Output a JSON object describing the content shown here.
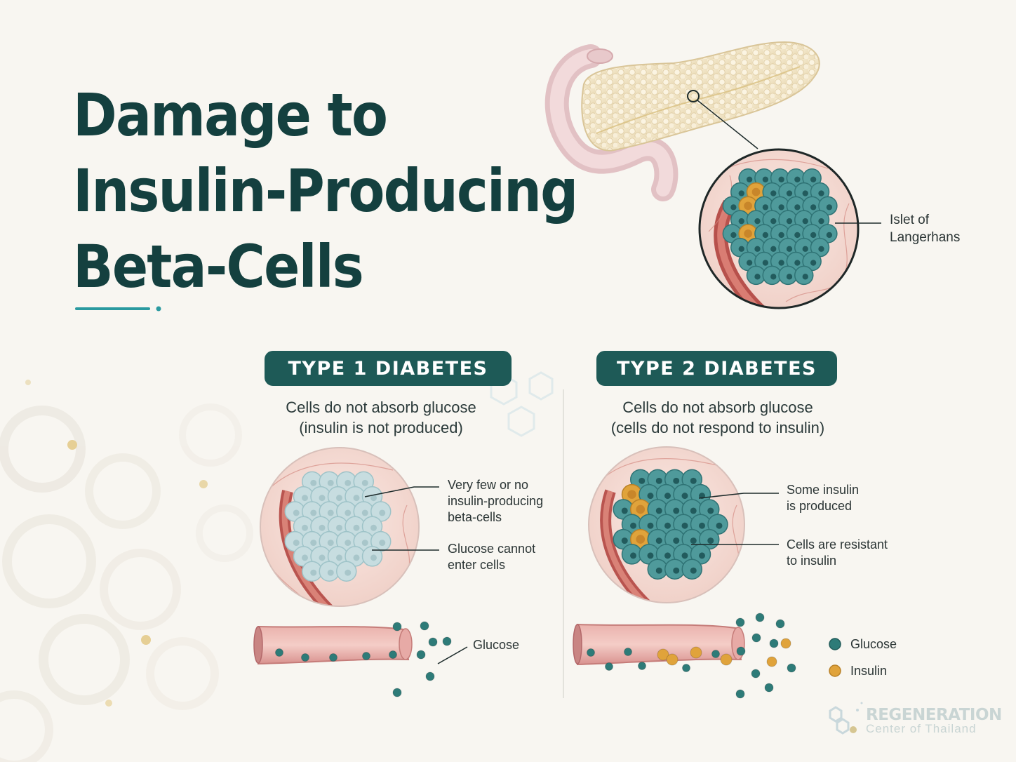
{
  "title": {
    "line1": "Damage to",
    "line2": "Insulin-Producing",
    "line3": "Beta-Cells"
  },
  "islet_label": {
    "line1": "Islet of",
    "line2": "Langerhans"
  },
  "type1": {
    "badge": "TYPE 1 DIABETES",
    "subtitle_line1": "Cells do not absorb glucose",
    "subtitle_line2": "(insulin is not produced)",
    "callout1": [
      "Very few or no",
      "insulin-producing",
      "beta-cells"
    ],
    "callout2": [
      "Glucose cannot",
      "enter cells"
    ],
    "glucose_label": "Glucose"
  },
  "type2": {
    "badge": "TYPE 2 DIABETES",
    "subtitle_line1": "Cells do not absorb glucose",
    "subtitle_line2": "(cells do not respond to insulin)",
    "callout1": [
      "Some insulin",
      "is produced"
    ],
    "callout2": [
      "Cells are resistant",
      "to insulin"
    ]
  },
  "legend": {
    "glucose": "Glucose",
    "insulin": "Insulin"
  },
  "logo": {
    "line1": "REGENERATION",
    "line2": "Center of Thailand"
  },
  "colors": {
    "title": "#14403f",
    "badge": "#1e5a57",
    "glucose": "#2e7b78",
    "insulin": "#e0a33b",
    "accent": "#2a9aa0"
  }
}
